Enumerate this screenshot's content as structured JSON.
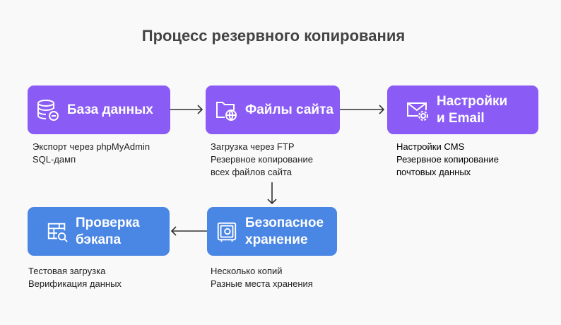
{
  "title": "Процесс резервного копирования",
  "colors": {
    "purple": "#8A5CF5",
    "blue": "#4A86E3"
  },
  "nodes": [
    {
      "label": "База данных",
      "icon": "database-minus-icon",
      "desc": [
        "Экспорт через phpMyAdmin",
        "SQL-дамп"
      ]
    },
    {
      "label": "Файлы сайта",
      "icon": "folder-globe-icon",
      "desc": [
        "Загрузка через FTP",
        "Резервное копирование",
        "всех файлов сайта"
      ]
    },
    {
      "label": [
        "Настройки",
        "и Email"
      ],
      "icon": "mail-gear-icon",
      "desc": [
        "Настройки CMS",
        "Резервное копирование",
        "почтовых данных"
      ]
    },
    {
      "label": [
        "Проверка",
        "бэкапа"
      ],
      "icon": "table-search-icon",
      "desc": [
        "Тестовая загрузка",
        "Верификация данных"
      ]
    },
    {
      "label": [
        "Безопасное",
        "хранение"
      ],
      "icon": "safe-icon",
      "desc": [
        "Несколько копий",
        "Разные места хранения"
      ]
    }
  ]
}
